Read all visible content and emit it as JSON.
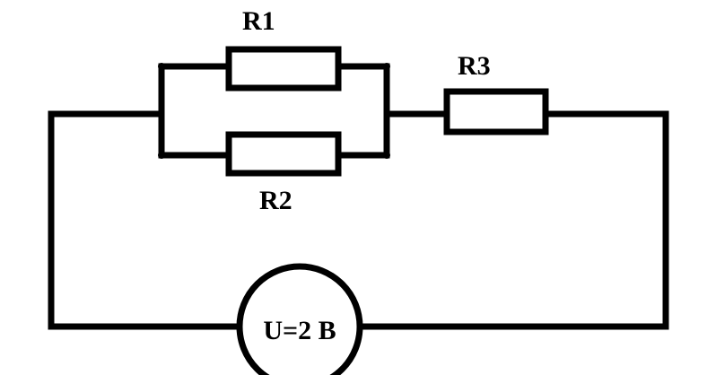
{
  "diagram": {
    "type": "circuit",
    "resistors": {
      "r1": {
        "label": "R1"
      },
      "r2": {
        "label": "R2"
      },
      "r3": {
        "label": "R3"
      }
    },
    "source": {
      "label": "U=2 B"
    },
    "colors": {
      "line": "#000000",
      "background": "#ffffff"
    }
  }
}
